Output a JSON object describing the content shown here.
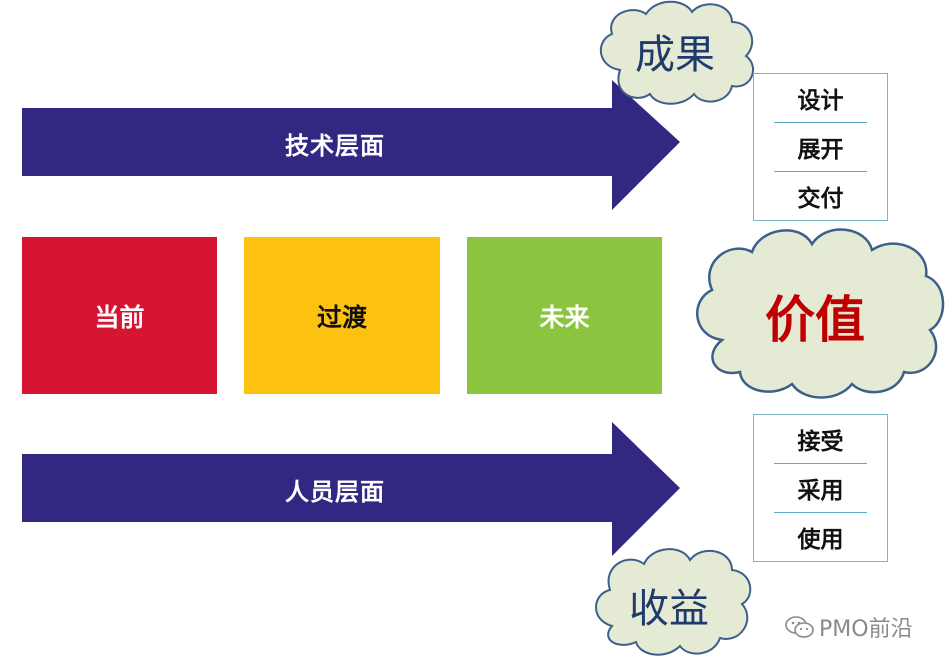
{
  "arrows": {
    "tech_label": "技术层面",
    "people_label": "人员层面",
    "color": "#322882"
  },
  "stages": [
    {
      "label": "当前",
      "color": "#d71530",
      "text_color": "#ffffff"
    },
    {
      "label": "过渡",
      "color": "#fdc20f",
      "text_color": "#111111"
    },
    {
      "label": "未来",
      "color": "#8bc53f",
      "text_color": "#ffffff"
    }
  ],
  "clouds": {
    "result": "成果",
    "value": "价值",
    "benefit": "收益",
    "fill": "#e5ead4",
    "stroke": "#3e5f8a"
  },
  "panels": {
    "tech_items": [
      "设计",
      "展开",
      "交付"
    ],
    "people_items": [
      "接受",
      "采用",
      "使用"
    ]
  },
  "watermark": {
    "text": "PMO前沿",
    "icon": "wechat-icon"
  }
}
